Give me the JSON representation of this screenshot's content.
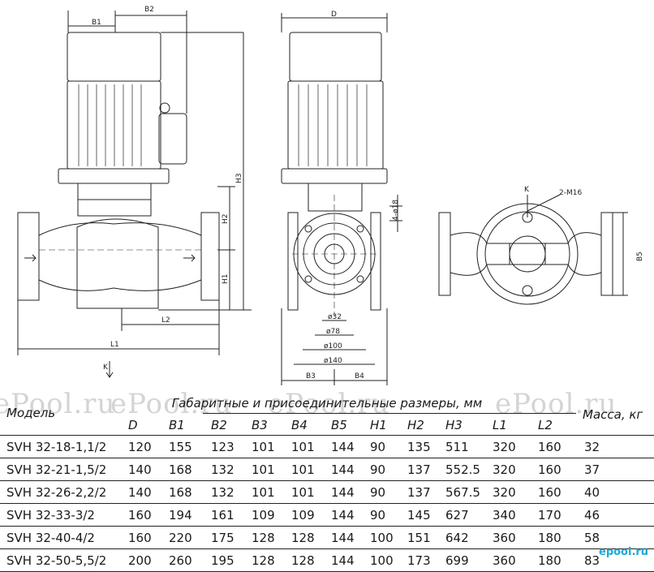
{
  "drawing": {
    "dim_labels": {
      "b1": "B1",
      "b2": "B2",
      "h3": "H3",
      "h2": "H2",
      "h1": "H1",
      "l2": "L2",
      "l1": "L1",
      "k_side": "K",
      "d": "D",
      "hole": "4-ø18",
      "d32": "ø32",
      "d78": "ø78",
      "d100": "ø100",
      "d140": "ø140",
      "b3": "B3",
      "b4": "B4",
      "k_top": "K",
      "m16": "2-M16",
      "b5": "B5"
    }
  },
  "watermark": {
    "text": "ePool.ru"
  },
  "table": {
    "caption": "Габаритные и присоединительные размеры, мм",
    "model_header": "Модель",
    "mass_header": "Масса, кг",
    "dim_headers": [
      "D",
      "B1",
      "B2",
      "B3",
      "B4",
      "B5",
      "H1",
      "H2",
      "H3",
      "L1",
      "L2"
    ],
    "rows": [
      [
        "SVH 32-18-1,1/2",
        "120",
        "155",
        "123",
        "101",
        "101",
        "144",
        "90",
        "135",
        "511",
        "320",
        "160",
        "32"
      ],
      [
        "SVH 32-21-1,5/2",
        "140",
        "168",
        "132",
        "101",
        "101",
        "144",
        "90",
        "137",
        "552.5",
        "320",
        "160",
        "37"
      ],
      [
        "SVH 32-26-2,2/2",
        "140",
        "168",
        "132",
        "101",
        "101",
        "144",
        "90",
        "137",
        "567.5",
        "320",
        "160",
        "40"
      ],
      [
        "SVH 32-33-3/2",
        "160",
        "194",
        "161",
        "109",
        "109",
        "144",
        "90",
        "145",
        "627",
        "340",
        "170",
        "46"
      ],
      [
        "SVH 32-40-4/2",
        "160",
        "220",
        "175",
        "128",
        "128",
        "144",
        "100",
        "151",
        "642",
        "360",
        "180",
        "58"
      ],
      [
        "SVH 32-50-5,5/2",
        "200",
        "260",
        "195",
        "128",
        "128",
        "144",
        "100",
        "173",
        "699",
        "360",
        "180",
        "83"
      ]
    ]
  },
  "logo": {
    "text": "epool.ru"
  },
  "colors": {
    "line": "#222222",
    "watermark": "#d4d4d4",
    "logo": "#1fa8d6"
  }
}
